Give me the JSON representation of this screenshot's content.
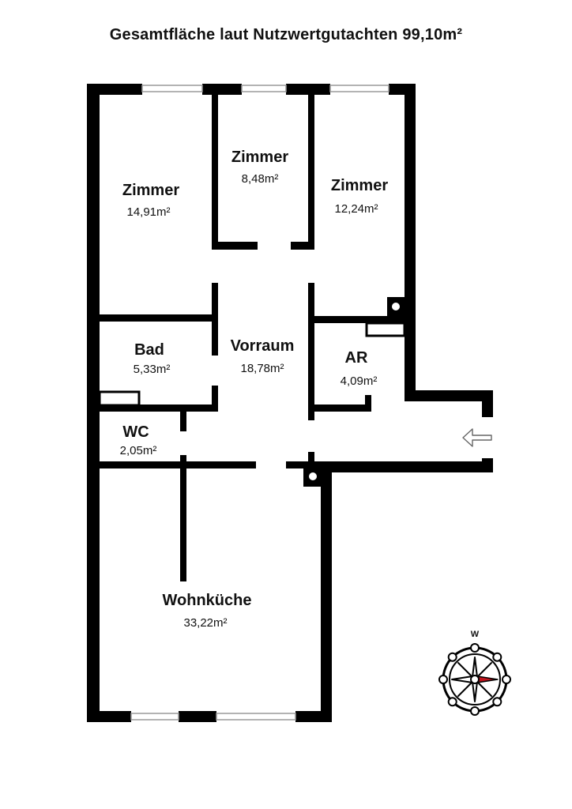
{
  "title": "Gesamtfläche laut Nutzwertgutachten 99,10m²",
  "rooms": {
    "zimmer_west": {
      "name": "Zimmer",
      "area": "14,91m²"
    },
    "zimmer_middle": {
      "name": "Zimmer",
      "area": "8,48m²"
    },
    "zimmer_east": {
      "name": "Zimmer",
      "area": "12,24m²"
    },
    "bad": {
      "name": "Bad",
      "area": "5,33m²"
    },
    "vorraum": {
      "name": "Vorraum",
      "area": "18,78m²"
    },
    "ar": {
      "name": "AR",
      "area": "4,09m²"
    },
    "wc": {
      "name": "WC",
      "area": "2,05m²"
    },
    "wohnkueche": {
      "name": "Wohnküche",
      "area": "33,22m²"
    }
  },
  "compass": {
    "label": "W",
    "needle_color": "#c0141c"
  },
  "colors": {
    "wall": "#000000",
    "window": "#9a9a9a"
  },
  "icons": [
    "entrance-arrow-icon",
    "compass-icon",
    "chimney-icon"
  ]
}
